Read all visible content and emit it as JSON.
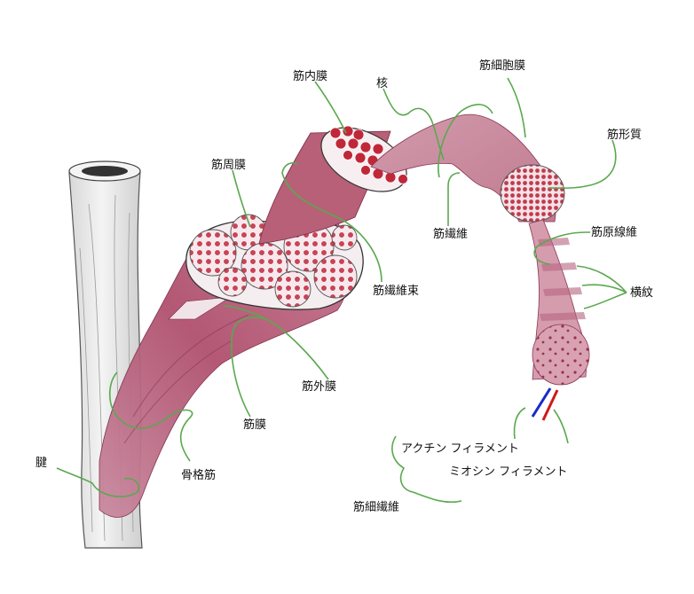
{
  "labels": {
    "kinnaimaku": "筋内膜",
    "kaku": "核",
    "kinsaibomaku": "筋細胞膜",
    "kinkeishitsu": "筋形質",
    "kinshumaku": "筋周膜",
    "kinsenni": "筋繊維",
    "kingensenni": "筋原線維",
    "kinsenni_soku": "筋繊維束",
    "oumon": "横紋",
    "kingaimaku": "筋外膜",
    "kinmaku": "筋膜",
    "actin": "アクチン フィラメント",
    "myosin": "ミオシン フィラメント",
    "ken": "腱",
    "kokkakukin": "骨格筋",
    "kinsaisenni": "筋細繊維"
  },
  "colors": {
    "leader": "#5aa84e",
    "muscle": "#b45a78",
    "muscle_dark": "#7a2a48",
    "fiber_red": "#c0283a",
    "tendon": "#e6e6e6",
    "tendon_edge": "#555555",
    "actin": "#d01818",
    "myosin": "#1a2ac8"
  }
}
